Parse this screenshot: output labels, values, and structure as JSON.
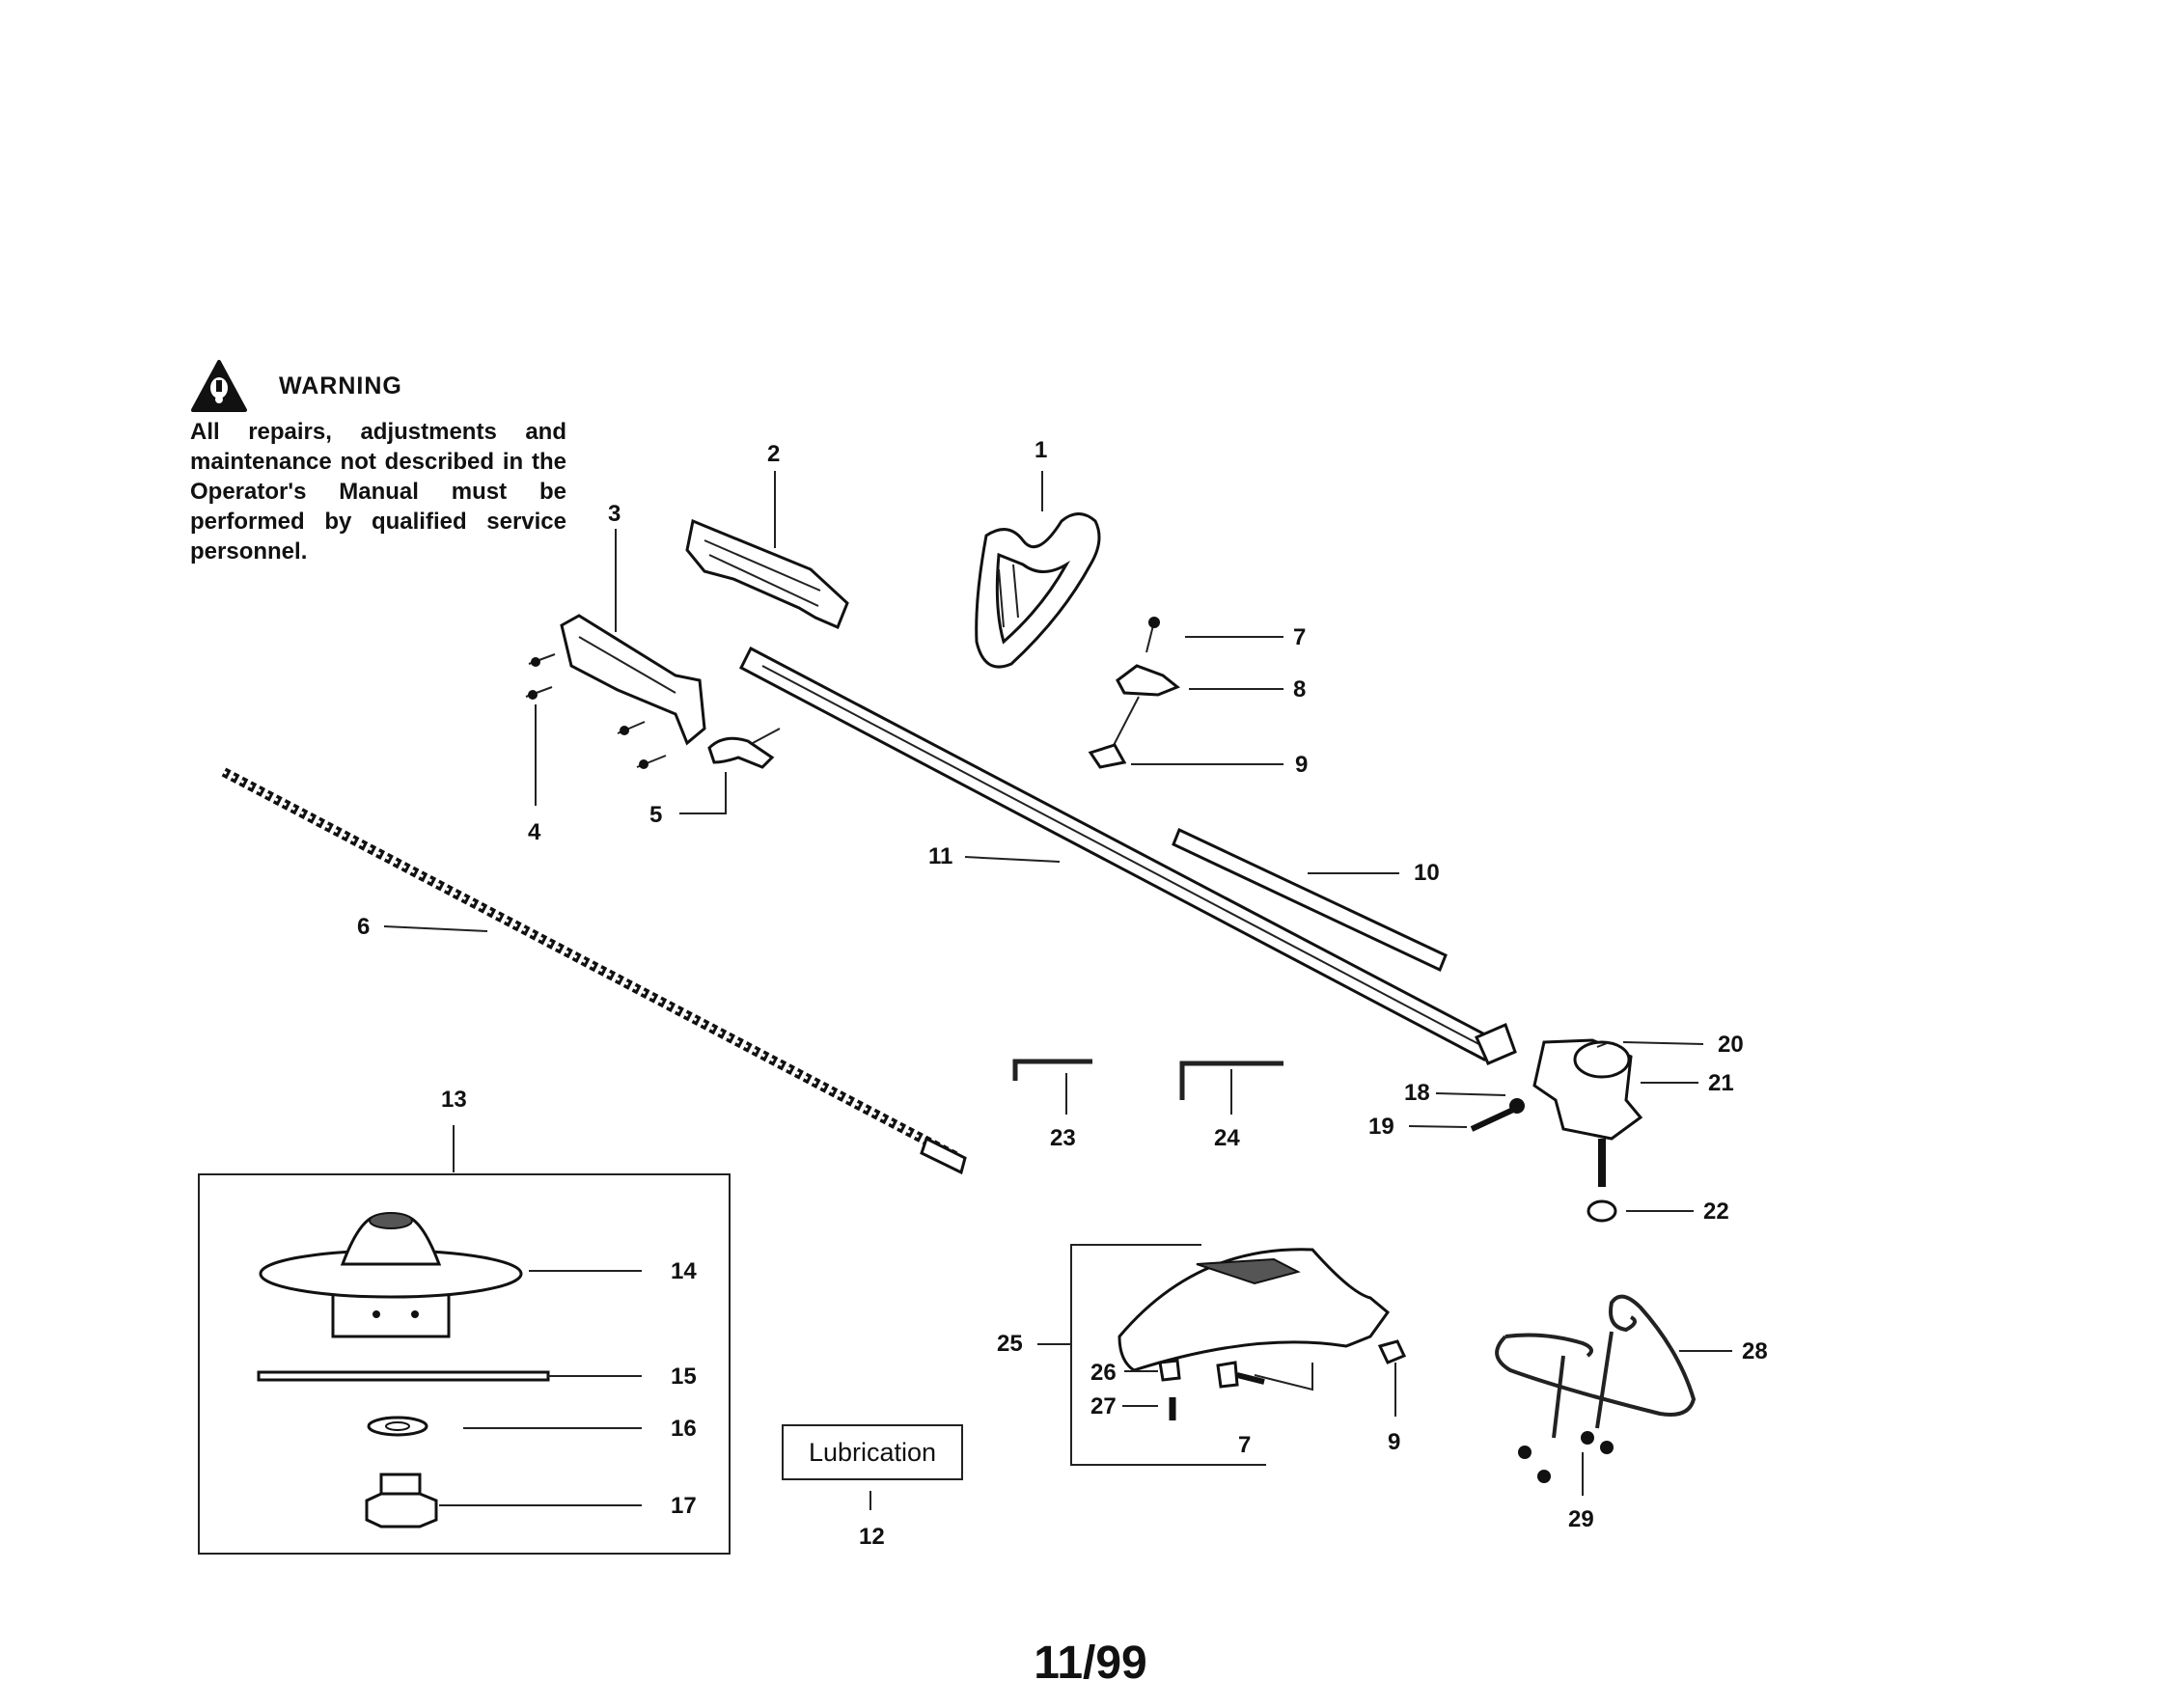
{
  "warning": {
    "title": "WARNING",
    "text": "All repairs, adjustments and maintenance not described in the Operator's Manual must be performed by qualified service personnel."
  },
  "callouts": [
    {
      "id": "1",
      "label": "1"
    },
    {
      "id": "2",
      "label": "2"
    },
    {
      "id": "3",
      "label": "3"
    },
    {
      "id": "4",
      "label": "4"
    },
    {
      "id": "5",
      "label": "5"
    },
    {
      "id": "6",
      "label": "6"
    },
    {
      "id": "7a",
      "label": "7"
    },
    {
      "id": "8",
      "label": "8"
    },
    {
      "id": "9a",
      "label": "9"
    },
    {
      "id": "10",
      "label": "10"
    },
    {
      "id": "11",
      "label": "11"
    },
    {
      "id": "12",
      "label": "12"
    },
    {
      "id": "13",
      "label": "13"
    },
    {
      "id": "14",
      "label": "14"
    },
    {
      "id": "15",
      "label": "15"
    },
    {
      "id": "16",
      "label": "16"
    },
    {
      "id": "17",
      "label": "17"
    },
    {
      "id": "18",
      "label": "18"
    },
    {
      "id": "19",
      "label": "19"
    },
    {
      "id": "20",
      "label": "20"
    },
    {
      "id": "21",
      "label": "21"
    },
    {
      "id": "22",
      "label": "22"
    },
    {
      "id": "23",
      "label": "23"
    },
    {
      "id": "24",
      "label": "24"
    },
    {
      "id": "25",
      "label": "25"
    },
    {
      "id": "26",
      "label": "26"
    },
    {
      "id": "27",
      "label": "27"
    },
    {
      "id": "7b",
      "label": "7"
    },
    {
      "id": "9b",
      "label": "9"
    },
    {
      "id": "28",
      "label": "28"
    },
    {
      "id": "29",
      "label": "29"
    }
  ],
  "lubrication_label": "Lubrication",
  "page_number": "11/99"
}
